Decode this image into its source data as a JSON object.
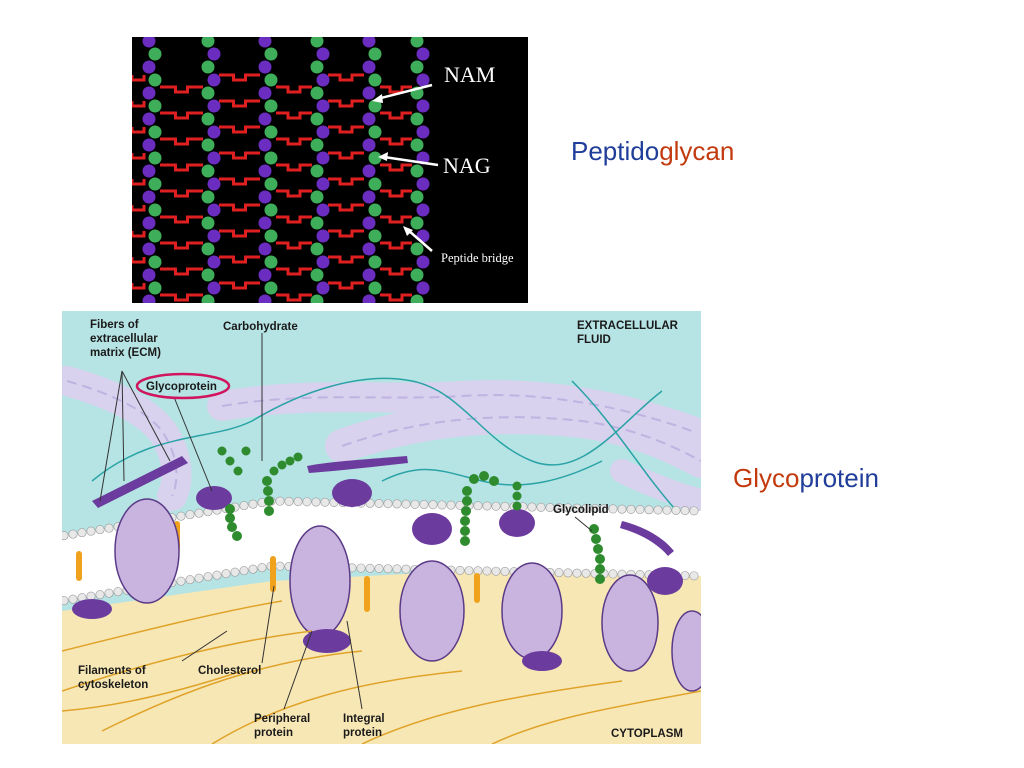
{
  "slide": {
    "titles": {
      "peptidoglycan": {
        "part1": "Peptido",
        "part2": "glycan"
      },
      "glycoprotein": {
        "part1": "Glyco",
        "part2": "protein"
      }
    },
    "colors": {
      "blue": "#1f3d99",
      "orange": "#c23a0e",
      "highlight_oval": "#d0155e"
    }
  },
  "peptidoglycan_image": {
    "labels": {
      "nam": "NAM",
      "nag": "NAG",
      "peptide_bridge": "Peptide bridge"
    },
    "colors": {
      "nam": "#6a2dbf",
      "nag": "#3fae5a",
      "bridge": "#e02020",
      "background": "#000000"
    }
  },
  "membrane_image": {
    "labels": {
      "fibers_line1": "Fibers of",
      "fibers_line2": "extracellular",
      "fibers_line3": "matrix (ECM)",
      "carbohydrate": "Carbohydrate",
      "extracellular_line1": "EXTRACELLULAR",
      "extracellular_line2": "FLUID",
      "glycoprotein": "Glycoprotein",
      "glycolipid": "Glycolipid",
      "filaments_line1": "Filaments of",
      "filaments_line2": "cytoskeleton",
      "cholesterol": "Cholesterol",
      "peripheral_line1": "Peripheral",
      "peripheral_line2": "protein",
      "integral_line1": "Integral",
      "integral_line2": "protein",
      "cytoplasm": "CYTOPLASM"
    },
    "colors": {
      "extracellular": "#b6e3e4",
      "cytoplasm": "#f7e7b5",
      "protein": "#c9b4e0",
      "protein_dark": "#6b3c9e",
      "carbohydrate": "#2e8b2e",
      "cholesterol": "#f0a21c",
      "lipid_head": "#e8e8e8"
    }
  }
}
